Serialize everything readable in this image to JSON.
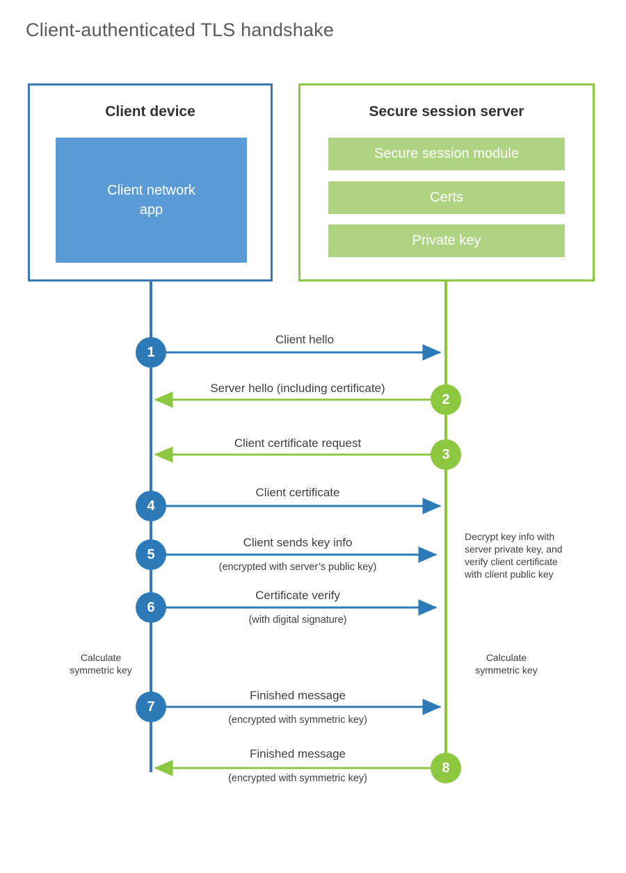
{
  "title": "Client-authenticated TLS handshake",
  "colors": {
    "client_blue": "#3a78b5",
    "client_app_fill": "#5b9bd5",
    "server_green": "#8dc63f",
    "server_bar_fill": "#aed481",
    "step_blue": "#2d7ab8",
    "title_gray": "#5a5a5a"
  },
  "client": {
    "title": "Client device",
    "app_label": "Client network\napp"
  },
  "server": {
    "title": "Secure session server",
    "bars": [
      {
        "label": "Secure session module"
      },
      {
        "label": "Certs"
      },
      {
        "label": "Private key"
      }
    ]
  },
  "steps": [
    {
      "number": "1",
      "label": "Client hello",
      "sublabel": "",
      "direction": "client-to-server",
      "color": "blue"
    },
    {
      "number": "2",
      "label": "Server hello (including certificate)",
      "sublabel": "",
      "direction": "server-to-client",
      "color": "green"
    },
    {
      "number": "3",
      "label": "Client certificate request",
      "sublabel": "",
      "direction": "server-to-client",
      "color": "green"
    },
    {
      "number": "4",
      "label": "Client certificate",
      "sublabel": "",
      "direction": "client-to-server",
      "color": "blue"
    },
    {
      "number": "5",
      "label": "Client sends key info",
      "sublabel": "(encrypted with server’s public key)",
      "direction": "client-to-server",
      "color": "blue"
    },
    {
      "number": "6",
      "label": "Certificate verify",
      "sublabel": "(with digital signature)",
      "direction": "client-to-server",
      "color": "blue"
    },
    {
      "number": "7",
      "label": "Finished message",
      "sublabel": "(encrypted with symmetric key)",
      "direction": "client-to-server",
      "color": "blue"
    },
    {
      "number": "8",
      "label": "Finished message",
      "sublabel": "(encrypted with symmetric key)",
      "direction": "server-to-client",
      "color": "green"
    }
  ],
  "annotations": {
    "server_decrypt": "Decrypt key info with server private key, and verify client certificate with client public key",
    "client_calculate": "Calculate symmetric key",
    "server_calculate": "Calculate symmetric key"
  }
}
